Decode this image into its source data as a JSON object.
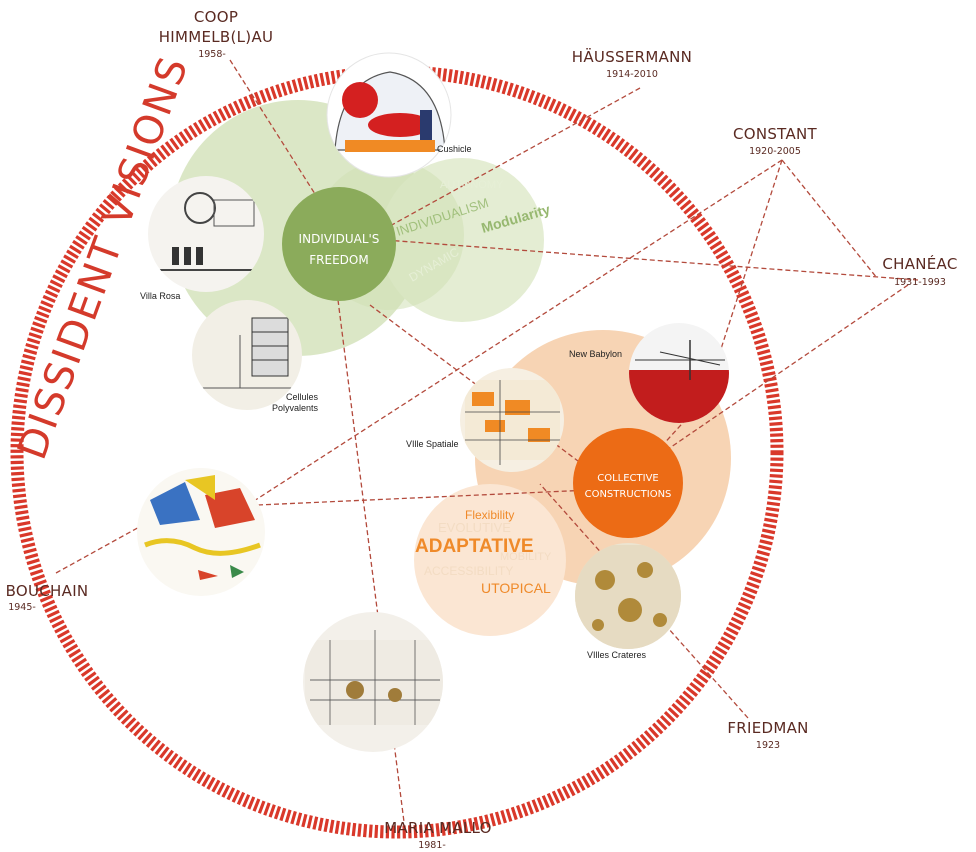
{
  "title": "DISSIDENT VISIONS",
  "hubs": {
    "individual": {
      "line1": "INDIVIDUAL'S",
      "line2": "FREEDOM"
    },
    "collective": {
      "line1": "COLLECTIVE",
      "line2": "CONSTRUCTIONS"
    }
  },
  "green_keywords": {
    "individualism": "INDIVIDUALISM",
    "modularity": "Modularity",
    "dynamic": "DYNAMIC",
    "faint": "AUTONOMY"
  },
  "orange_keywords": {
    "flexibility": "Flexibility",
    "adaptative": "ADAPTATIVE",
    "utopical": "UTOPICAL",
    "faint1": "EVOLUTIVE",
    "faint2": "MOBILITY",
    "faint3": "ACCESSIBILITY"
  },
  "people": {
    "coop": {
      "name1": "COOP",
      "name2": "HIMMELB(L)AU",
      "years": "1958-"
    },
    "haussermann": {
      "name": "HÄUSSERMANN",
      "years": "1914-2010"
    },
    "constant": {
      "name": "CONSTANT",
      "years": "1920-2005"
    },
    "chaneac": {
      "name": "CHANÉAC",
      "years": "1931-1993"
    },
    "bouchain": {
      "name": "BOUCHAIN",
      "years": "1945-"
    },
    "maria_mallo": {
      "name": "MARIA MALLO",
      "years": "1981-"
    },
    "friedman": {
      "name": "FRIEDMAN",
      "years": "1923"
    }
  },
  "projects": {
    "cushicle": "Cushicle",
    "villa_rosa": "Villa Rosa",
    "cellules_1": "Cellules",
    "cellules_2": "Polyvalents",
    "new_babylon": "New Babylon",
    "ville_spatiale": "VIlle Spatiale",
    "villes_crateres": "VIlles Crateres"
  },
  "colors": {
    "ring": "#d9382a",
    "green_hub": "#8bab5b",
    "green_cloud": "#dbe7c6",
    "orange_hub": "#ec6b15",
    "orange_cloud": "#f7d4b4",
    "connector": "#b34a3c"
  }
}
